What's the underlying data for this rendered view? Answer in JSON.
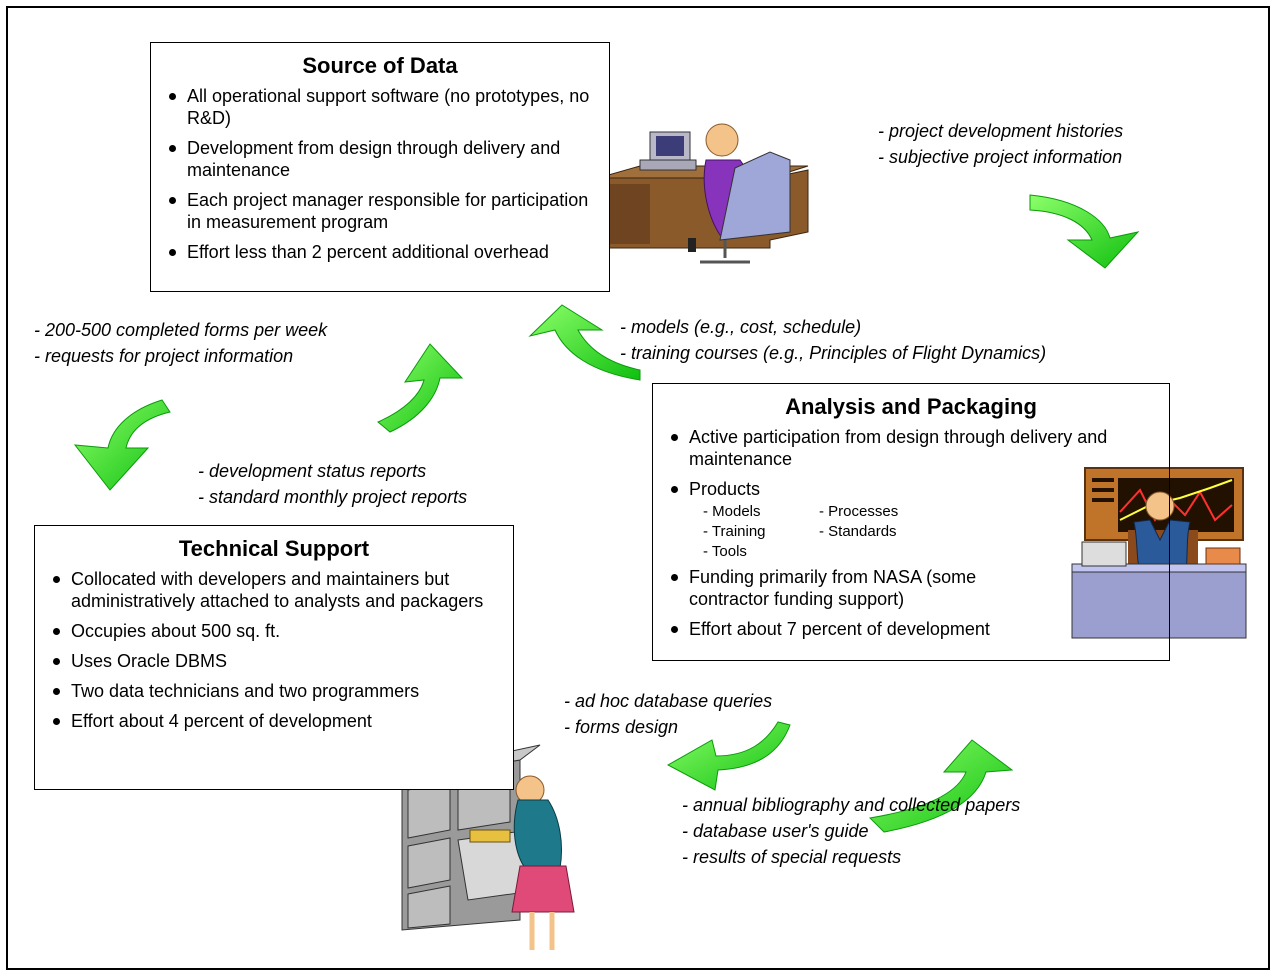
{
  "source": {
    "title": "Source of Data",
    "bullets": [
      "All operational support software (no prototypes, no R&D)",
      "Development from design through delivery and maintenance",
      "Each project manager responsible for participation in measurement program",
      "Effort less than 2 percent additional overhead"
    ]
  },
  "analysis": {
    "title": "Analysis and Packaging",
    "bullet1": "Active participation from design through delivery and maintenance",
    "bullet2": "Products",
    "products": [
      "- Models",
      "- Processes",
      "- Training",
      "- Standards",
      "- Tools"
    ],
    "bullet3": "Funding primarily from NASA (some contractor funding support)",
    "bullet4": "Effort about 7 percent of development"
  },
  "support": {
    "title": "Technical Support",
    "bullets": [
      "Collocated with developers and maintainers but administratively attached to analysts and packagers",
      "Occupies about 500 sq. ft.",
      "Uses Oracle DBMS",
      "Two data technicians and two programmers",
      "Effort about 4 percent of development"
    ]
  },
  "flows": {
    "source_to_analysis": [
      "- project development histories",
      "- subjective project information"
    ],
    "source_to_support": [
      "- 200-500 completed forms per week",
      "- requests for project information"
    ],
    "analysis_to_source": [
      "- models (e.g., cost, schedule)",
      "- training courses (e.g., Principles of Flight Dynamics)"
    ],
    "support_to_source": [
      "- development status reports",
      "- standard monthly project reports"
    ],
    "analysis_to_support": [
      "- ad hoc database queries",
      "- forms design"
    ],
    "support_to_analysis": [
      "- annual bibliography and collected papers",
      "- database user's guide",
      "- results of special requests"
    ]
  },
  "colors": {
    "arrow": "#22ee22",
    "arrow_dark": "#11aa11",
    "border": "#000000"
  },
  "icons": [
    "computer-worker-icon",
    "analyst-chart-icon",
    "file-cabinet-clerk-icon",
    "curved-green-arrow-icon"
  ]
}
